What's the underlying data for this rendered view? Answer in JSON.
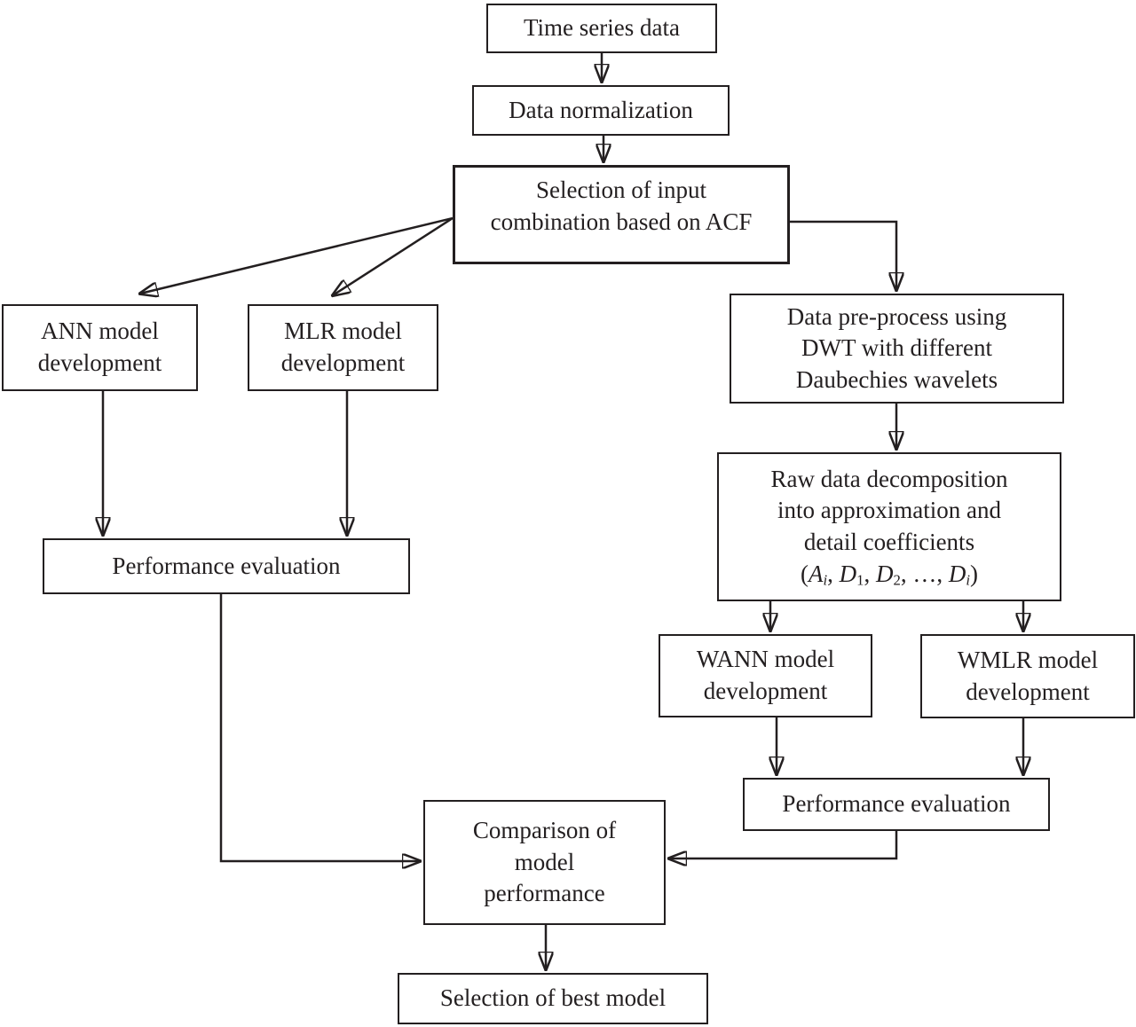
{
  "canvas": {
    "background": "#ffffff",
    "line_color": "#231f20"
  },
  "boxes": {
    "time_series": {
      "lines": [
        "Time series data"
      ]
    },
    "data_normalization": {
      "lines": [
        "Data normalization"
      ]
    },
    "selection_acf": {
      "lines": [
        "Selection of input",
        "combination based on ACF"
      ]
    },
    "ann": {
      "lines": [
        "ANN model",
        "development"
      ]
    },
    "mlr": {
      "lines": [
        "MLR model",
        "development"
      ]
    },
    "dwt": {
      "lines": [
        "Data pre-process using",
        "DWT with different",
        "Daubechies wavelets"
      ]
    },
    "raw_decomp": {
      "lines": [
        "Raw data decomposition",
        "into approximation and",
        "detail coefficients"
      ],
      "math": [
        {
          "t": "(",
          "s": "n"
        },
        {
          "t": "A",
          "s": "i"
        },
        {
          "t": "i",
          "s": "bi"
        },
        {
          "t": ", ",
          "s": "n"
        },
        {
          "t": "D",
          "s": "i"
        },
        {
          "t": "1",
          "s": "b"
        },
        {
          "t": ", ",
          "s": "n"
        },
        {
          "t": "D",
          "s": "i"
        },
        {
          "t": "2",
          "s": "b"
        },
        {
          "t": ", …, ",
          "s": "n"
        },
        {
          "t": "D",
          "s": "i"
        },
        {
          "t": "i",
          "s": "bi"
        },
        {
          "t": ")",
          "s": "n"
        }
      ]
    },
    "wann": {
      "lines": [
        "WANN model",
        "development"
      ]
    },
    "wmlr": {
      "lines": [
        "WMLR model",
        "development"
      ]
    },
    "perf_left": {
      "lines": [
        "Performance evaluation"
      ]
    },
    "perf_right": {
      "lines": [
        "Performance evaluation"
      ]
    },
    "comparison": {
      "lines": [
        "Comparison of",
        "model",
        "performance"
      ]
    },
    "best_model": {
      "lines": [
        "Selection of best model"
      ]
    }
  },
  "edges": [
    {
      "from": "time_series",
      "to": "data_normalization"
    },
    {
      "from": "data_normalization",
      "to": "selection_acf"
    },
    {
      "from": "selection_acf",
      "to": "ann"
    },
    {
      "from": "selection_acf",
      "to": "mlr"
    },
    {
      "from": "selection_acf",
      "to": "dwt"
    },
    {
      "from": "ann",
      "to": "perf_left"
    },
    {
      "from": "mlr",
      "to": "perf_left"
    },
    {
      "from": "dwt",
      "to": "raw_decomp"
    },
    {
      "from": "raw_decomp",
      "to": "wann"
    },
    {
      "from": "raw_decomp",
      "to": "wmlr"
    },
    {
      "from": "wann",
      "to": "perf_right"
    },
    {
      "from": "wmlr",
      "to": "perf_right"
    },
    {
      "from": "perf_left",
      "to": "comparison"
    },
    {
      "from": "perf_right",
      "to": "comparison"
    },
    {
      "from": "comparison",
      "to": "best_model"
    }
  ]
}
